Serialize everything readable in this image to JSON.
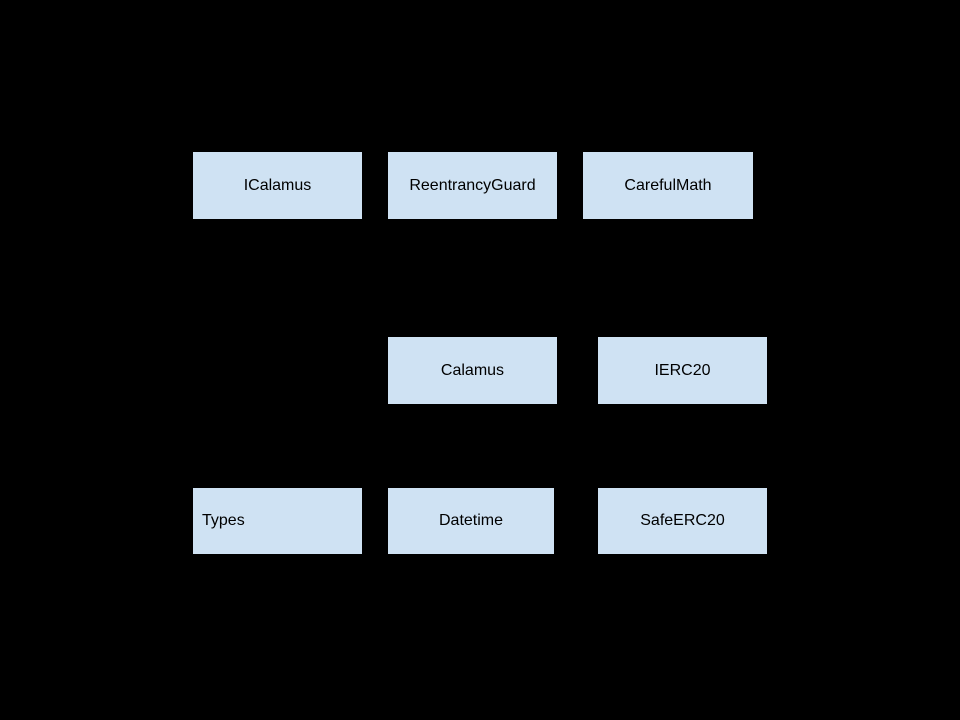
{
  "diagram": {
    "type": "dependency-graph",
    "background_color": "#000000",
    "node_fill_color": "#cfe2f3",
    "node_text_color": "#000000",
    "nodes": [
      {
        "label": "ICalamus",
        "row": 1,
        "text_align": "center"
      },
      {
        "label": "ReentrancyGuard",
        "row": 1,
        "text_align": "center"
      },
      {
        "label": "CarefulMath",
        "row": 1,
        "text_align": "center"
      },
      {
        "label": "Calamus",
        "row": 2,
        "text_align": "center"
      },
      {
        "label": "IERC20",
        "row": 2,
        "text_align": "center"
      },
      {
        "label": "Types",
        "row": 3,
        "text_align": "left"
      },
      {
        "label": "Datetime",
        "row": 3,
        "text_align": "center"
      },
      {
        "label": "SafeERC20",
        "row": 3,
        "text_align": "center"
      }
    ]
  }
}
